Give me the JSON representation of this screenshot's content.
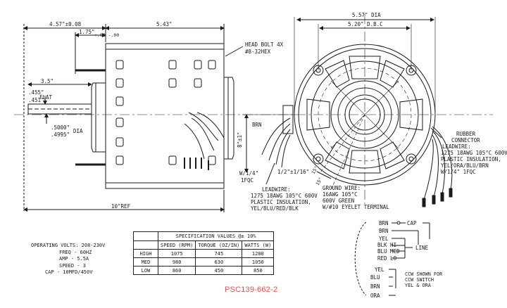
{
  "dimensions": {
    "overall_top": "4.57\"±0.08",
    "body_length": "5.43\"",
    "shaft_len": "1.75\"",
    "shaft_tol": "+.06\n-.00",
    "head_bolt_1": "HEAD BOLT 4X",
    "head_bolt_2": "#8-32HEX",
    "shaft_35": "3.5\"",
    "flat_a": ".455\"",
    "flat_b": ".451\"",
    "flat_label": "FLAT",
    "dia_a": ".5000\"",
    "dia_b": ".4995\"",
    "dia_label": "DIA",
    "ref_len": "10\"REF",
    "brn_top": "BRN",
    "height_dim": "8\"±1\"",
    "w14": "W/1/4\"",
    "qc": "1FQC",
    "w16": "1/2\"±1/16\"",
    "outer_dia": "5.57\" DIA",
    "bolt_circle": "5.20\" D.B.C",
    "rubber_1": "RUBBER",
    "rubber_2": "CONNECTOR",
    "rubber_3": "LEADWIRE:",
    "rubber_4": "1275 18AWG 105°C 600V",
    "rubber_5": "PLASTIC INSULATION,",
    "rubber_6": "YEL/ORA/BLU/BRN",
    "rubber_7": "W/1/4\" 1FQC",
    "lead_1": "LEADWIRE:",
    "lead_2": "1275 18AWG 105°C 600V",
    "lead_3": "PLASTIC INSULATION,",
    "lead_4": "YEL/BLU/RED/BLK",
    "ground_1": "GROUND WIRE:",
    "ground_2": "16AWG 105°C",
    "ground_3": "600V GREEN",
    "ground_4": "W/#10 EYELET TERMINAL",
    "angle_1": "15°",
    "angle_2": "15°"
  },
  "operating": {
    "volts": "OPERATING VOLTS: 208-230V",
    "freq": "FREQ - 60HZ",
    "amp": "AMP - 5.5A",
    "speed": "SPEED - 3",
    "cap": "CAP - 10MFD/450V"
  },
  "spec": {
    "title": "SPECIFICATION VALUES  @± 10%",
    "headers": [
      "SPEED (RPM)",
      "TORQUE (OZ/IN)",
      "WATTS (W)"
    ],
    "rows": [
      {
        "label": "HIGH",
        "speed": "1075",
        "torque": "745",
        "watts": "1200"
      },
      {
        "label": "MED",
        "speed": "980",
        "torque": "630",
        "watts": "1050"
      },
      {
        "label": "LOW",
        "speed": "860",
        "torque": "450",
        "watts": "850"
      }
    ]
  },
  "wiring": {
    "brn1": "BRN",
    "cap": "CAP",
    "brn2": "BRN",
    "yel": "YEL",
    "blu_hi": "BLK HI",
    "blu_med": "BLU MED",
    "red_lo": "RED LO",
    "line": "LINE",
    "yel2": "YEL",
    "blu": "BLU",
    "brn3": "BRN",
    "ora": "ORA",
    "ccw_1": "CCW SHOWN FOR",
    "ccw_2": "CCW SWITCH",
    "ccw_3": "YEL & ORA"
  },
  "model": "PSC139-662-2"
}
